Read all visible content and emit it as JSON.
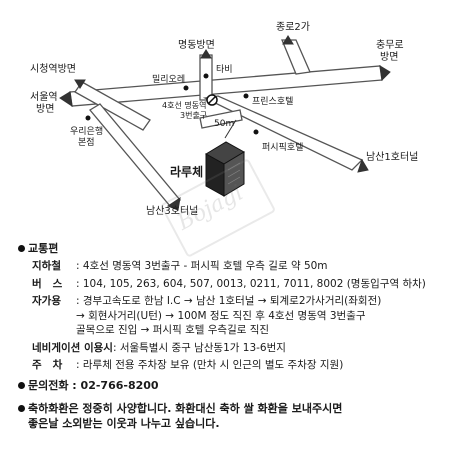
{
  "map": {
    "labels": {
      "myeongdong": "명동방면",
      "jongno": "종로2가",
      "chungmuro": "충무로\n방면",
      "cityhall": "시청역방면",
      "seoulstation": "서울역\n방면",
      "woori": "우리은행\n본점",
      "millioré": "밀리오레",
      "tabi": "타비",
      "exit": "4호선 명동역\n3번출구",
      "prince": "프린스호텔",
      "dist": "50m",
      "pacific": "퍼시픽호텔",
      "larue": "라루체",
      "namsan1": "남산1호터널",
      "namsan3": "남산3호터널",
      "watermark": "Bojagi"
    }
  },
  "info": {
    "traffic_head": "교통편",
    "subway_label": "지하철",
    "subway_value": ": 4호선 명동역 3번출구 - 퍼시픽 호텔 우측 길로 약 50m",
    "bus_label": "버   스",
    "bus_value": ": 104, 105, 263, 604, 507, 0013, 0211, 7011, 8002 (명동입구역 하차)",
    "car_label": "자가용",
    "car_value1": ": 경부고속도로 한남 I.C → 남산 1호터널 → 퇴계로2가사거리(좌회전)",
    "car_value2": "→ 회현사거리(U턴) → 100M 정도 직진 후 4호선 명동역 3번출구",
    "car_value3": "골목으로 진입 → 퍼시픽 호텔 우측길로 직진",
    "navi_label": "네비게이션 이용시",
    "navi_value": ": 서울특별시 중구 남산동1가 13-6번지",
    "parking_label": "주   차",
    "parking_value": ": 라루체 전용 주차장 보유 (만차 시 인근의 별도 주차장 지원)",
    "phone": "문의전화 : 02-766-8200",
    "notice1": "축하화환은 정중히 사양합니다. 화환대신 축하 쌀 화환을 보내주시면",
    "notice2": "좋은날 소외받는 이웃과 나누고 싶습니다."
  }
}
